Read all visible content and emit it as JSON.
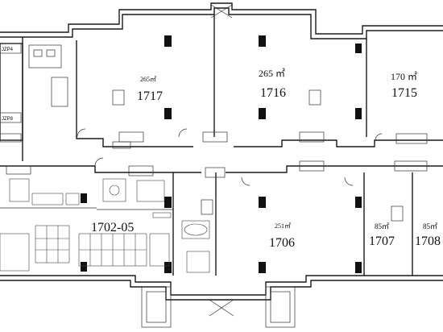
{
  "units": [
    {
      "id": "1717",
      "area": "265㎡"
    },
    {
      "id": "1716",
      "area": "265 ㎡"
    },
    {
      "id": "1715",
      "area": "170 ㎡"
    },
    {
      "id": "1702-05",
      "area": ""
    },
    {
      "id": "1706",
      "area": "251㎡"
    },
    {
      "id": "1707",
      "area": "85㎡"
    },
    {
      "id": "1708",
      "area": "85㎡"
    }
  ],
  "core_labels": {
    "elevator_top": "JZP4",
    "elevator_bottom": "JZP8"
  },
  "colors": {
    "line": "#1a1a1a",
    "background": "#ffffff"
  }
}
